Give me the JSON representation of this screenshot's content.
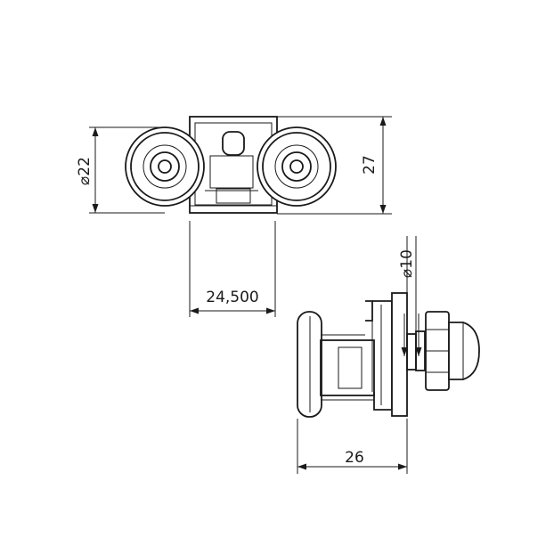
{
  "dimensions": {
    "front_diameter": "⌀22",
    "front_height": "27",
    "center_distance": "24,500",
    "side_diameter": "⌀10",
    "side_width": "26"
  }
}
